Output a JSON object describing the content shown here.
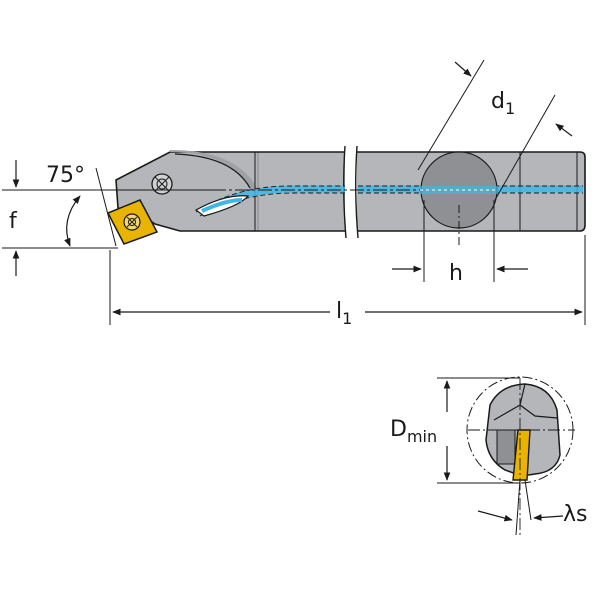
{
  "labels": {
    "angle": "75°",
    "f": "f",
    "d1_main": "d",
    "d1_sub": "1",
    "h": "h",
    "l1_main": "l",
    "l1_sub": "1",
    "dmin_main": "D",
    "dmin_sub": "min",
    "lambda_s": "λs"
  },
  "colors": {
    "body": "#b4b6b9",
    "body_dark": "#8e9094",
    "insert": "#e8b400",
    "coolant": "#3fb6e6",
    "line": "#1a1a1a"
  }
}
